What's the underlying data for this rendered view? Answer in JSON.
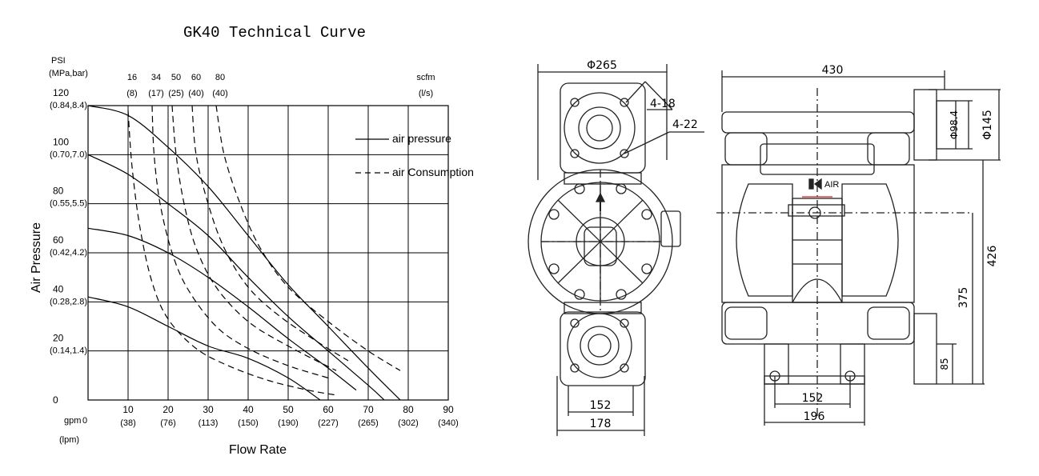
{
  "chart_data": {
    "type": "line",
    "title": "GK40 Technical Curve",
    "ylabel": "Air Pressure",
    "xlabel": "Flow Rate",
    "y_unit_top": "PSI",
    "y_unit_sub": "(MPa,bar)",
    "x_unit_gpm": "gpm",
    "x_unit_lpm": "(lpm)",
    "top_unit": "scfm",
    "top_unit_sub": "(l/s)",
    "xlim": [
      0,
      90
    ],
    "ylim": [
      0,
      120
    ],
    "grid": true,
    "legend_position": "top-right",
    "x_ticks": [
      {
        "v": 0,
        "gpm": "0",
        "lpm": ""
      },
      {
        "v": 10,
        "gpm": "10",
        "lpm": "(38)"
      },
      {
        "v": 20,
        "gpm": "20",
        "lpm": "(76)"
      },
      {
        "v": 30,
        "gpm": "30",
        "lpm": "(113)"
      },
      {
        "v": 40,
        "gpm": "40",
        "lpm": "(150)"
      },
      {
        "v": 50,
        "gpm": "50",
        "lpm": "(190)"
      },
      {
        "v": 60,
        "gpm": "60",
        "lpm": "(227)"
      },
      {
        "v": 70,
        "gpm": "70",
        "lpm": "(265)"
      },
      {
        "v": 80,
        "gpm": "80",
        "lpm": "(302)"
      },
      {
        "v": 90,
        "gpm": "90",
        "lpm": "(340)"
      }
    ],
    "y_ticks": [
      {
        "v": 0,
        "psi": "0",
        "sub": ""
      },
      {
        "v": 20,
        "psi": "20",
        "sub": "(0.14,1.4)"
      },
      {
        "v": 40,
        "psi": "40",
        "sub": "(0.28,2.8)"
      },
      {
        "v": 60,
        "psi": "60",
        "sub": "(0.42,4.2)"
      },
      {
        "v": 80,
        "psi": "80",
        "sub": "(0.55,5.5)"
      },
      {
        "v": 100,
        "psi": "100",
        "sub": "(0.70,7.0)"
      },
      {
        "v": 120,
        "psi": "120",
        "sub": "(0.84,8.4)"
      }
    ],
    "air_consumption_labels": [
      {
        "x": 10,
        "scfm": "16",
        "ls": "(8)"
      },
      {
        "x": 16,
        "scfm": "34",
        "ls": "(17)"
      },
      {
        "x": 21,
        "scfm": "50",
        "ls": "(25)"
      },
      {
        "x": 26,
        "scfm": "60",
        "ls": "(40)"
      },
      {
        "x": 32,
        "scfm": "80",
        "ls": "(40)"
      }
    ],
    "legend": [
      {
        "label": "air pressure",
        "style": "solid"
      },
      {
        "label": "air Consumption",
        "style": "dashed"
      }
    ],
    "series": [
      {
        "style": "solid",
        "points": [
          [
            0,
            120
          ],
          [
            10,
            116
          ],
          [
            20,
            103
          ],
          [
            30,
            87
          ],
          [
            40,
            67
          ],
          [
            50,
            47
          ],
          [
            60,
            30
          ],
          [
            70,
            13
          ],
          [
            78,
            0
          ]
        ]
      },
      {
        "style": "solid",
        "points": [
          [
            0,
            100
          ],
          [
            10,
            92
          ],
          [
            20,
            80
          ],
          [
            30,
            67
          ],
          [
            40,
            50
          ],
          [
            50,
            34
          ],
          [
            60,
            20
          ],
          [
            70,
            6
          ],
          [
            74,
            0
          ]
        ]
      },
      {
        "style": "solid",
        "points": [
          [
            0,
            70
          ],
          [
            10,
            67
          ],
          [
            20,
            60
          ],
          [
            30,
            50
          ],
          [
            40,
            38
          ],
          [
            50,
            25
          ],
          [
            60,
            13
          ],
          [
            67,
            4
          ]
        ]
      },
      {
        "style": "solid",
        "points": [
          [
            0,
            42
          ],
          [
            10,
            38
          ],
          [
            20,
            30
          ],
          [
            30,
            22
          ],
          [
            40,
            17
          ],
          [
            50,
            9
          ],
          [
            58,
            0
          ]
        ]
      },
      {
        "style": "dashed",
        "points": [
          [
            10,
            118
          ],
          [
            11,
            95
          ],
          [
            13,
            70
          ],
          [
            16,
            48
          ],
          [
            20,
            33
          ],
          [
            27,
            21
          ],
          [
            35,
            14
          ],
          [
            45,
            8
          ],
          [
            55,
            4
          ],
          [
            62,
            2
          ]
        ]
      },
      {
        "style": "dashed",
        "points": [
          [
            16,
            120
          ],
          [
            16.5,
            100
          ],
          [
            18,
            80
          ],
          [
            21,
            60
          ],
          [
            25,
            45
          ],
          [
            32,
            30
          ],
          [
            40,
            21
          ],
          [
            50,
            14
          ],
          [
            60,
            9
          ]
        ]
      },
      {
        "style": "dashed",
        "points": [
          [
            21,
            120
          ],
          [
            22,
            100
          ],
          [
            24,
            80
          ],
          [
            27,
            62
          ],
          [
            32,
            46
          ],
          [
            40,
            32
          ],
          [
            50,
            22
          ],
          [
            62,
            12
          ]
        ]
      },
      {
        "style": "dashed",
        "points": [
          [
            26,
            120
          ],
          [
            27,
            100
          ],
          [
            30,
            80
          ],
          [
            34,
            62
          ],
          [
            40,
            46
          ],
          [
            48,
            34
          ],
          [
            58,
            23
          ],
          [
            65,
            16
          ]
        ]
      },
      {
        "style": "dashed",
        "points": [
          [
            32,
            120
          ],
          [
            34,
            100
          ],
          [
            38,
            80
          ],
          [
            43,
            62
          ],
          [
            50,
            46
          ],
          [
            60,
            32
          ],
          [
            70,
            20
          ],
          [
            78,
            12
          ]
        ]
      }
    ]
  },
  "drawing": {
    "front_view": {
      "dia_flange": "Φ265",
      "holes_top": "4-18",
      "holes_side": "4-22",
      "width_inner": "152",
      "width_outer": "178"
    },
    "side_view": {
      "overall_width": "430",
      "dia_bolt": "Φ98.4",
      "dia_flange": "Φ145",
      "height_total": "426",
      "height_inlet": "375",
      "height_outlet": "85",
      "base_inner": "152",
      "base_outer": "196",
      "air_label": "AIR"
    }
  }
}
